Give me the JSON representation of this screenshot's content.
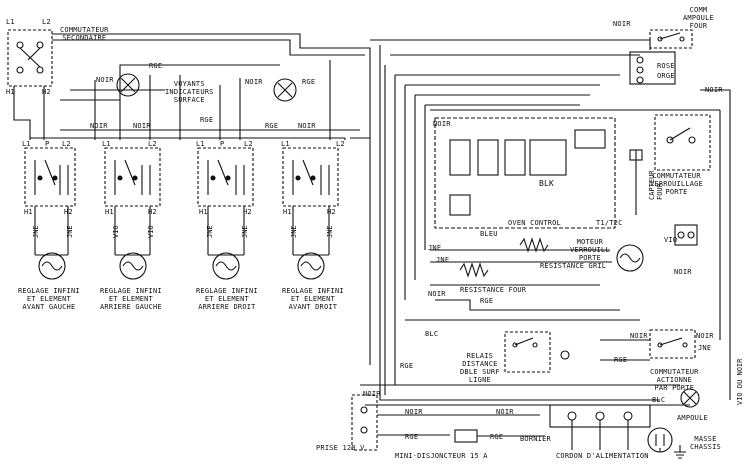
{
  "labels": {
    "sec_switch": "COMMUTATEUR\nSECONDAIRE",
    "lights": "VOYANTS\nINDICATEURS\nSURFACE",
    "oven_lamp_switch": "COMM\nAMPOULE\nFOUR",
    "door_lock_switch": "COMMUTATEUR\nVERROUILLAGE\nPORTE",
    "lock_motor": "MOTEUR\nVERROUILL\nPORTE",
    "grill_res": "RESISTANCE GRIL",
    "oven_res": "RESISTANCE FOUR",
    "oven_control": "OVEN CONTROL",
    "t1t2c": "T1/T2C",
    "blk": "BLK",
    "sensor": "CAPTEUR\nFOUR",
    "relay": "RELAIS\nDISTANCE\nDBLE SURF\nLIGNE",
    "door_switch": "COMMUTATEUR\nACTIONNE\nPAR PORTE",
    "bulb": "AMPOULE",
    "ground": "MASSE\nCHASSIS",
    "bornier": "BORNIER",
    "cord": "CORDON D'ALIMENTATION",
    "prise": "PRISE 120 V",
    "breaker": "MINI-DISJONCTEUR 15 A",
    "elem_lf": "REGLAGE INFINI\nET ELEMENT\nAVANT GAUCHE",
    "elem_lr": "REGLAGE INFINI\nET ELEMENT\nARRIERE GAUCHE",
    "elem_rr": "REGLAGE INFINI\nET ELEMENT\nARRIERE DROIT",
    "elem_rf": "REGLAGE INFINI\nET ELEMENT\nAVANT DROIT",
    "vio_du_noir": "VIO DU NOIR",
    "w_noir": "NOIR",
    "w_rge": "RGE",
    "w_jne": "JNE",
    "w_vio": "VIO",
    "w_blc": "BLC",
    "w_bleu": "BLEU",
    "w_orge": "ORGE",
    "w_rose": "ROSE",
    "t_l1": "L1",
    "t_l2": "L2",
    "t_p": "P",
    "t_h1": "H1",
    "t_h2": "H2"
  }
}
